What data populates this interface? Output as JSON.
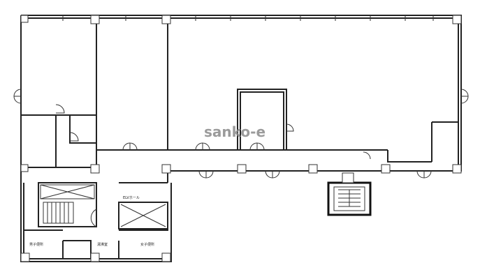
{
  "watermark": "sanko-e",
  "labels": {
    "elv_hall": "ELVホール",
    "mens_toilet": "男子便所",
    "kitchenette": "湯沸室",
    "womens_toilet": "女子便所"
  }
}
